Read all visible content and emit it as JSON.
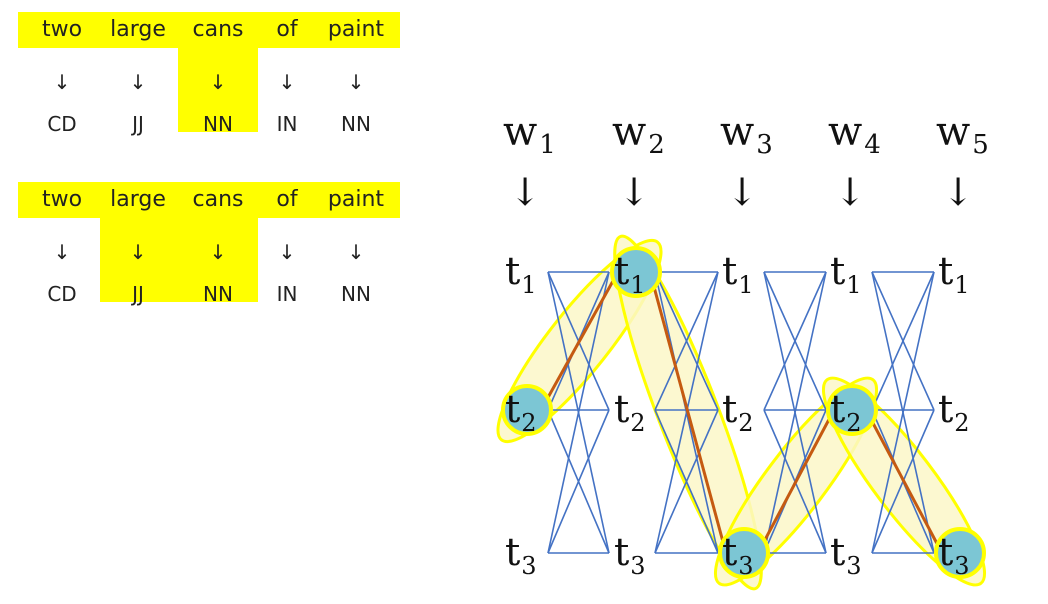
{
  "tables": [
    {
      "words": [
        "two",
        "large",
        "cans",
        "of",
        "paint"
      ],
      "arrow": "↓",
      "tags": [
        "CD",
        "JJ",
        "NN",
        "IN",
        "NN"
      ],
      "highlight": [
        2
      ]
    },
    {
      "words": [
        "two",
        "large",
        "cans",
        "of",
        "paint"
      ],
      "arrow": "↓",
      "tags": [
        "CD",
        "JJ",
        "NN",
        "IN",
        "NN"
      ],
      "highlight": [
        1,
        2
      ]
    }
  ],
  "lattice": {
    "columns": [
      {
        "w": "w",
        "sub": "1"
      },
      {
        "w": "w",
        "sub": "2"
      },
      {
        "w": "w",
        "sub": "3"
      },
      {
        "w": "w",
        "sub": "4"
      },
      {
        "w": "w",
        "sub": "5"
      }
    ],
    "arrow": "↓",
    "tags": [
      {
        "t": "t",
        "sub": "1"
      },
      {
        "t": "t",
        "sub": "2"
      },
      {
        "t": "t",
        "sub": "3"
      }
    ],
    "highlighted_nodes": [
      [
        1,
        2
      ],
      [
        2,
        1
      ],
      [
        3,
        3
      ],
      [
        4,
        2
      ],
      [
        5,
        3
      ]
    ],
    "best_path": [
      [
        1,
        2
      ],
      [
        2,
        1
      ],
      [
        3,
        3
      ],
      [
        4,
        2
      ],
      [
        5,
        3
      ]
    ],
    "colors": {
      "highlight": "#ffff00",
      "edge": "#4472c4",
      "path": "#c55a11",
      "node_fill": "#7cc6d4",
      "ellipse_fill": "#fbf7c8"
    }
  }
}
